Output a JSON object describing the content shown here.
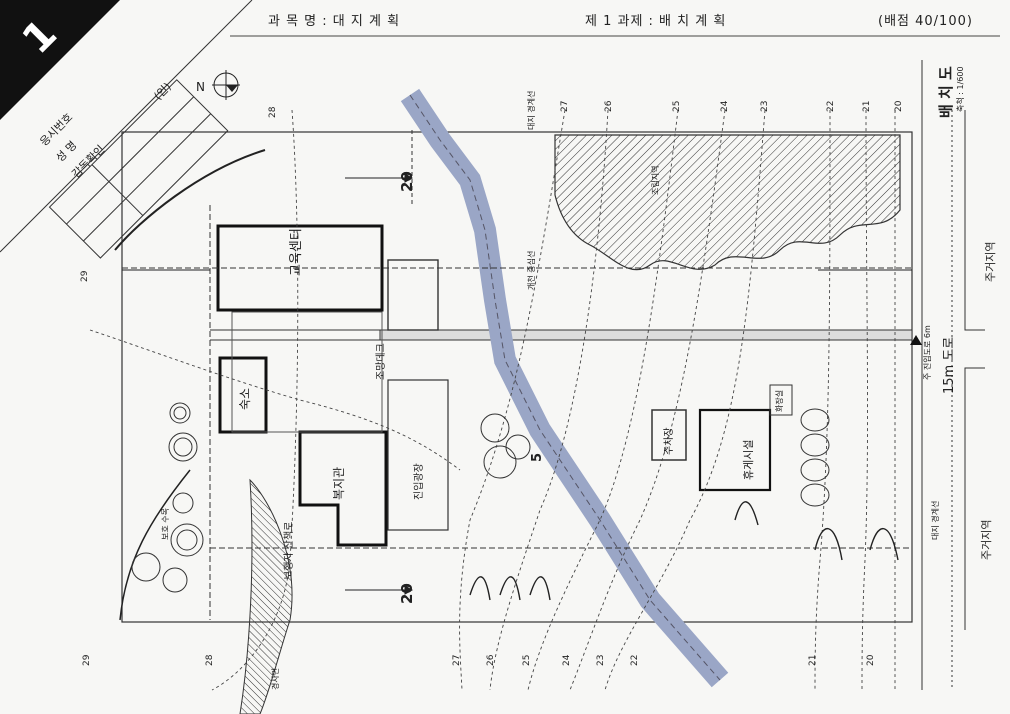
{
  "header": {
    "number": "1",
    "subject": "과 목 명 : 대 지 계 획",
    "task": "제 1 과제 : 배 치 계 획",
    "score": "(배점  40/100)"
  },
  "candidate_box": {
    "exam_no_label": "응시번호",
    "name_label": "성    명",
    "supervisor_label": "감독확인",
    "seal_label": "(인)"
  },
  "drawing": {
    "title": "배 치 도",
    "scale": "축척 : 1/600",
    "north_label": "N",
    "road_15m": "15m 도로",
    "main_access_road": "주 진입도로 6m",
    "residential_top": "주거지역",
    "residential_bottom": "주거지역",
    "boundary_top": "대지 경계선",
    "boundary_bottom": "대지 경계선",
    "stream_center": "개천 중심선",
    "forest": "조림지역",
    "trees": "보호 수목",
    "slope_label": "경사면",
    "distance_20": "20",
    "setback_5": "5",
    "hand_labels": [
      "교육센터",
      "숙소",
      "복지관",
      "휴게시설",
      "진입광장",
      "주차장",
      "보행자 산책로",
      "조망데크",
      "화장실"
    ]
  },
  "contours": {
    "top_labels": [
      "28",
      "27",
      "26",
      "25",
      "24",
      "23",
      "22",
      "21",
      "20"
    ],
    "bottom_labels": [
      "29",
      "28",
      "27",
      "26",
      "25",
      "24",
      "23",
      "22",
      "21",
      "20"
    ],
    "left_label": "29"
  },
  "colors": {
    "ink": "#222222",
    "stream": "#9aa6c6",
    "hatch": "#333333",
    "paper": "#f7f7f5"
  }
}
